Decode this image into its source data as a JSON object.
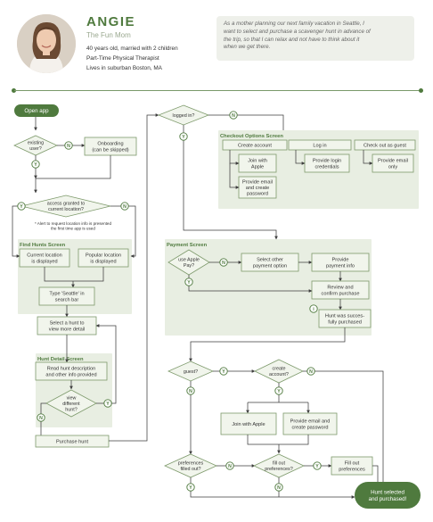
{
  "persona": {
    "name": "ANGIE",
    "subtitle": "The Fun Mom",
    "bio": [
      "40 years old, married with 2 children",
      "Part-Time Physical Therapist",
      "Lives in suburban Boston, MA"
    ],
    "quote_lines": [
      "As a mother planning our next family vacation in Seattle, I",
      "want to select and purchase a scavenger hunt in advance of",
      "the trip, so that I can relax and not have to think about it",
      "when we get there."
    ]
  },
  "flow": {
    "groups": {
      "find_hunts": "Find Hunts Screen",
      "hunt_detail": "Hunt Detail Screen",
      "checkout_options": "Checkout Options Screen",
      "payment": "Payment Screen"
    },
    "start": "Open app",
    "end": [
      "Hunt selected",
      "and purchased!"
    ],
    "decisions": {
      "existing_user": [
        "existing",
        "user?"
      ],
      "access_location": [
        "access granted to",
        "current location?"
      ],
      "view_different": [
        "view",
        "different",
        "hunt?"
      ],
      "logged_in": [
        "logged in?"
      ],
      "apple_pay": [
        "use Apple",
        "Pay?"
      ],
      "guest": [
        "guest?"
      ],
      "create_account": [
        "create",
        "account?"
      ],
      "preferences_filled": [
        "preferences",
        "filled out?"
      ],
      "fill_preferences": [
        "fill out",
        "preferences?"
      ]
    },
    "steps": {
      "onboarding": [
        "Onboarding",
        "(can be skipped)"
      ],
      "current_location": [
        "Current location",
        "is displayed"
      ],
      "popular_location": [
        "Popular location",
        "is displayed"
      ],
      "type_seattle": [
        "Type 'Seattle' in",
        "search bar"
      ],
      "select_hunt": [
        "Select a hunt to",
        "view more detail"
      ],
      "read_description": [
        "Read hunt description",
        "and other info provided"
      ],
      "purchase_hunt": [
        "Purchase hunt"
      ],
      "create_account_col": [
        "Create account"
      ],
      "join_apple_1": [
        "Join with",
        "Apple"
      ],
      "provide_email_1": [
        "Provide email",
        "and create",
        "password"
      ],
      "log_in": [
        "Log in"
      ],
      "provide_login": [
        "Provide login",
        "credentials"
      ],
      "checkout_guest": [
        "Check out as guest"
      ],
      "provide_email_only": [
        "Provide email",
        "only"
      ],
      "select_other_payment": [
        "Select other",
        "payment option"
      ],
      "provide_payment": [
        "Provide",
        "payment info"
      ],
      "review_confirm": [
        "Review and",
        "confirm purchase"
      ],
      "hunt_purchased": [
        "Hunt was succes-",
        "fully purchased"
      ],
      "join_apple_2": [
        "Join with Apple"
      ],
      "provide_email_2": [
        "Provide email and",
        "create password"
      ],
      "fill_out_prefs": [
        "Fill out",
        "preferences"
      ]
    },
    "note": [
      "* Alert to request location info is presented",
      "the first time app is used"
    ],
    "yes": "Y",
    "no": "N",
    "info_icon": "i"
  },
  "colors": {
    "accent": "#4f7a3e",
    "box_fill": "#f1f5ec",
    "box_stroke": "#7e9a6c",
    "group_fill": "#e8eee2",
    "line": "#3d3d3d"
  }
}
